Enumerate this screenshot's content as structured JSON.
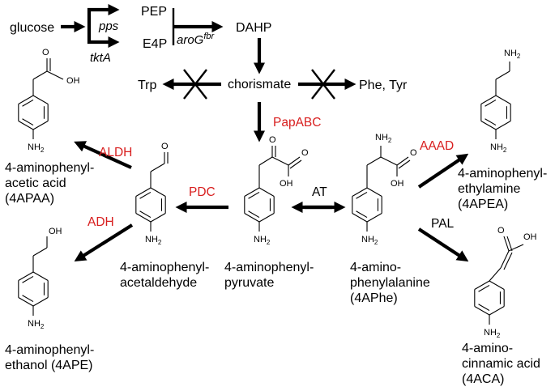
{
  "pathway": {
    "glucose": "glucose",
    "pps": "pps",
    "tktA": "tktA",
    "pep": "PEP",
    "e4p": "E4P",
    "aroG_main": "aroG",
    "aroG_sup": "fbr",
    "dahp": "DAHP",
    "chorismate": "chorismate",
    "trp": "Trp",
    "phe_tyr": "Phe, Tyr"
  },
  "enzymes": {
    "papabc": "PapABC",
    "aldh": "ALDH",
    "pdc": "PDC",
    "adh": "ADH",
    "at": "AT",
    "aaad": "AAAD",
    "pal": "PAL"
  },
  "atoms": {
    "oh": "OH",
    "o": "O",
    "nh2": "NH",
    "nh2_sub": "2"
  },
  "compounds": {
    "apaa": [
      "4-aminophenyl-",
      "acetic acid",
      "(4APAA)"
    ],
    "ape": [
      "4-aminophenyl-",
      "ethanol (4APE)"
    ],
    "acetaldehyde": [
      "4-aminophenyl-",
      "acetaldehyde"
    ],
    "pyruvate": [
      "4-aminophenyl-",
      "pyruvate"
    ],
    "aphe": [
      "4-amino-",
      "phenylalanine",
      "(4APhe)"
    ],
    "apea": [
      "4-aminophenyl-",
      "ethylamine",
      "(4APEA)"
    ],
    "aca": [
      "4-amino-",
      "cinnamic acid",
      "(4ACA)"
    ]
  },
  "colors": {
    "enzyme_red": "#d81e1e",
    "ink": "#000000"
  }
}
